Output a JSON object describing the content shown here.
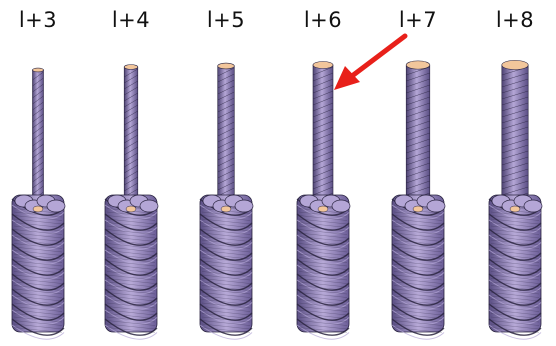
{
  "panels": [
    {
      "label": "l+3",
      "rod": 0.15
    },
    {
      "label": "l+4",
      "rod": 0.28
    },
    {
      "label": "l+5",
      "rod": 0.43
    },
    {
      "label": "l+6",
      "rod": 0.6
    },
    {
      "label": "l+7",
      "rod": 0.78
    },
    {
      "label": "l+8",
      "rod": 0.92
    }
  ],
  "colors": {
    "surface": "#8a77b3",
    "surface_light": "#b4a6d6",
    "surface_dark": "#4e4373",
    "stripe": "#2a2440",
    "cap": "#f2c69b",
    "arrow": "#e8201a"
  },
  "icons": {
    "arrow": "red-arrow-icon"
  }
}
